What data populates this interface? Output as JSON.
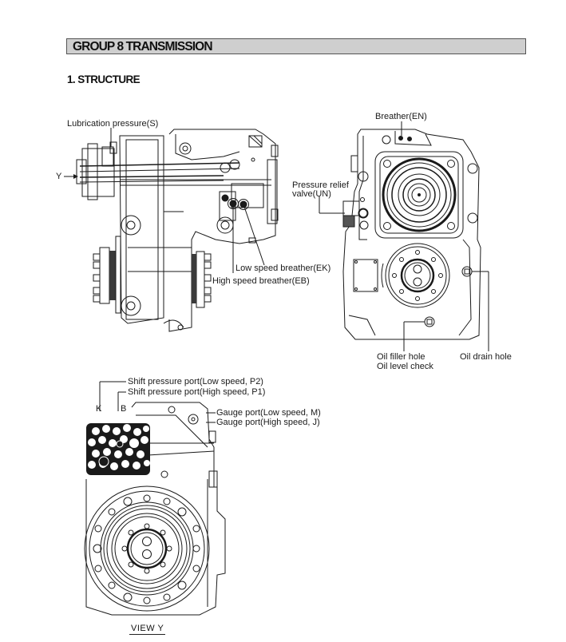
{
  "header": {
    "title": "GROUP 8 TRANSMISSION"
  },
  "section": {
    "title": "1. STRUCTURE"
  },
  "side_view": {
    "labels": {
      "lubrication_pressure": "Lubrication pressure(S)",
      "view_arrow": "Y",
      "low_speed_breather": "Low speed breather(EK)",
      "high_speed_breather": "High speed breather(EB)"
    }
  },
  "front_view": {
    "labels": {
      "breather": "Breather(EN)",
      "pressure_relief_line1": "Pressure relief",
      "pressure_relief_line2": "valve(UN)",
      "oil_filler_line1": "Oil filler hole",
      "oil_filler_line2": "Oil level check",
      "oil_drain": "Oil drain hole"
    }
  },
  "view_y": {
    "labels": {
      "shift_low": "Shift pressure port(Low speed, P2)",
      "shift_high": "Shift pressure port(High speed, P1)",
      "k": "K",
      "b": "B",
      "gauge_low": "Gauge port(Low speed, M)",
      "gauge_high": "Gauge port(High speed, J)"
    },
    "caption": "VIEW  Y"
  }
}
